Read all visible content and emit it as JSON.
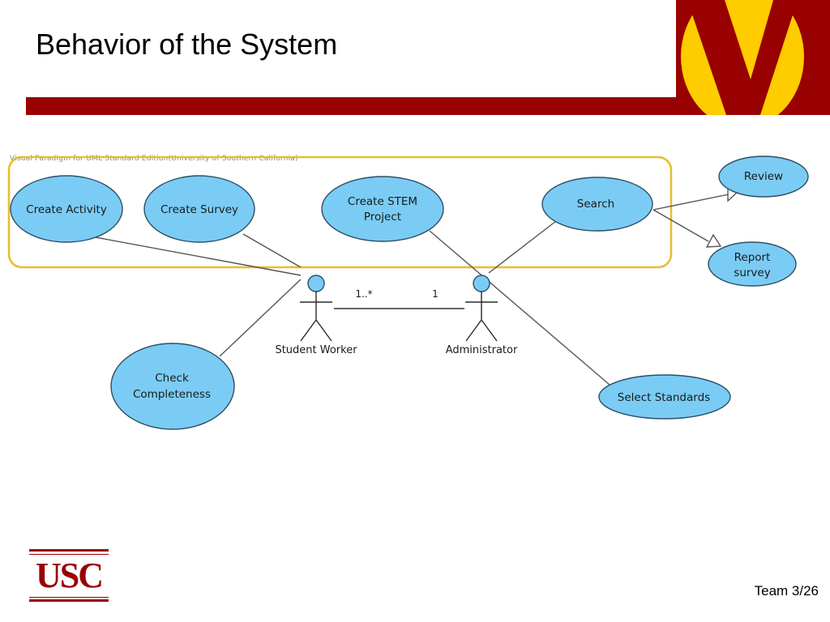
{
  "slide": {
    "title": "Behavior of the System",
    "page_number": "Team 3/26"
  },
  "colors": {
    "brand_red": "#990000",
    "brand_gold": "#FFCC00",
    "usecase_fill": "#7ACCF5",
    "boundary_stroke": "#E8BE2A"
  },
  "diagram": {
    "watermark": "Visual Paradigm for UML Standard Edition(University of Southern California)",
    "use_cases": [
      {
        "id": "create-activity",
        "lines": [
          "Create Activity"
        ]
      },
      {
        "id": "create-survey",
        "lines": [
          "Create Survey"
        ]
      },
      {
        "id": "create-stem-project",
        "lines": [
          "Create STEM",
          "Project"
        ]
      },
      {
        "id": "search",
        "lines": [
          "Search"
        ]
      },
      {
        "id": "review",
        "lines": [
          "Review"
        ]
      },
      {
        "id": "report-survey",
        "lines": [
          "Report",
          "survey"
        ]
      },
      {
        "id": "check-completeness",
        "lines": [
          "Check",
          "Completeness"
        ]
      },
      {
        "id": "select-standards",
        "lines": [
          "Select Standards"
        ]
      }
    ],
    "actors": [
      {
        "id": "student-worker",
        "label": "Student Worker"
      },
      {
        "id": "administrator",
        "label": "Administrator"
      }
    ],
    "association": {
      "source_multiplicity": "1..*",
      "target_multiplicity": "1"
    }
  },
  "footer": {
    "logo_text": "USC"
  }
}
